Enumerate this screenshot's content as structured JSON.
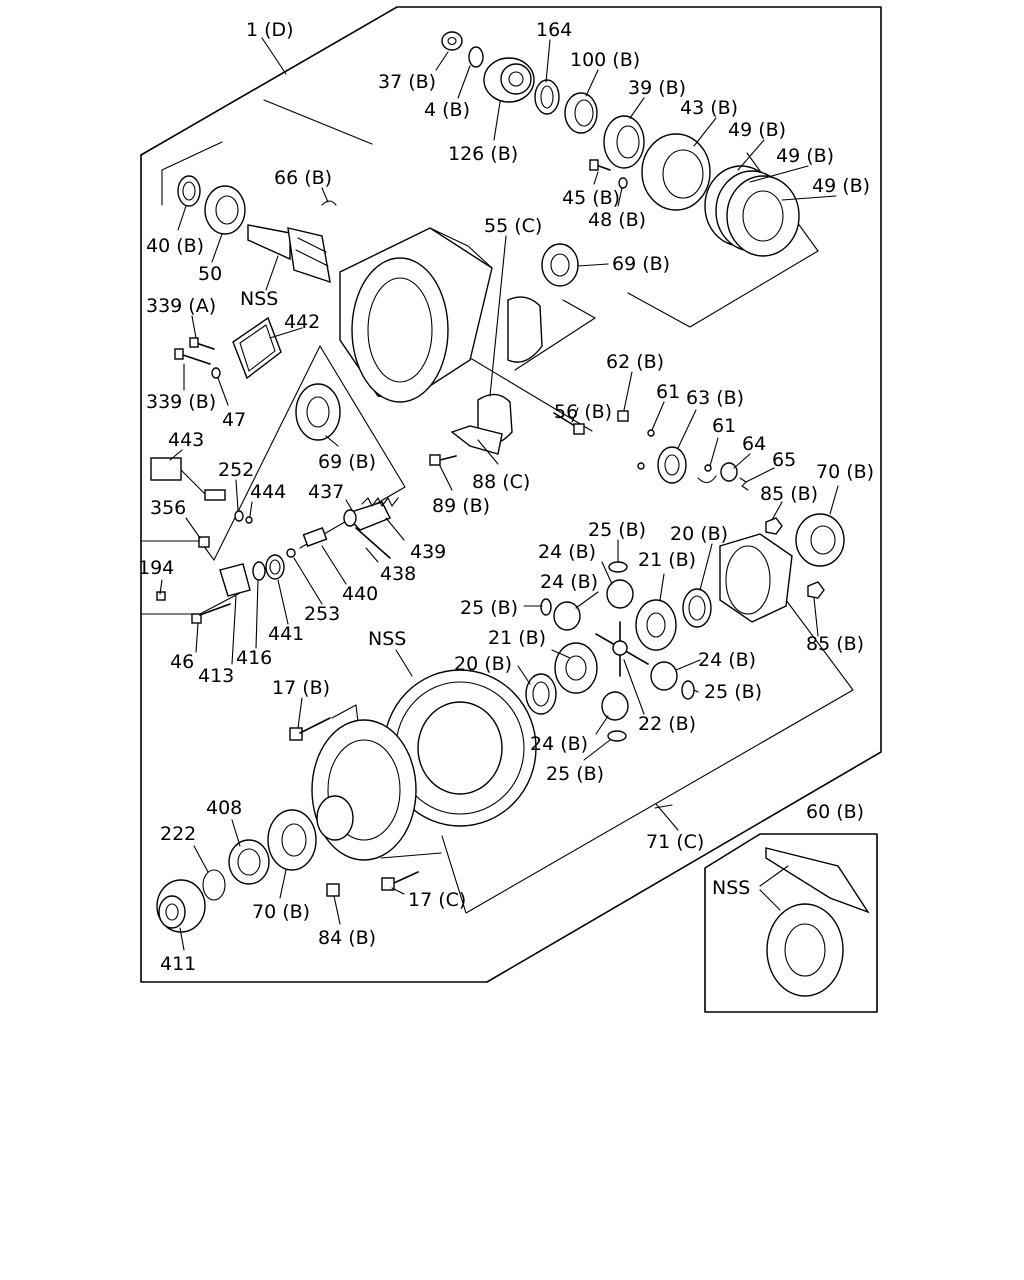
{
  "labels": {
    "l_1D": "1 (D)",
    "l_37B": "37 (B)",
    "l_4B": "4 (B)",
    "l_164": "164",
    "l_100B": "100 (B)",
    "l_39B": "39 (B)",
    "l_43B": "43 (B)",
    "l_49B_1": "49 (B)",
    "l_49B_2": "49 (B)",
    "l_49B_3": "49 (B)",
    "l_126B": "126 (B)",
    "l_45B": "45 (B)",
    "l_48B": "48 (B)",
    "l_66B": "66 (B)",
    "l_40B": "40 (B)",
    "l_50": "50",
    "l_NSS_pinion": "NSS",
    "l_55C": "55 (C)",
    "l_69B_top": "69 (B)",
    "l_339A": "339 (A)",
    "l_442": "442",
    "l_339B": "339 (B)",
    "l_47": "47",
    "l_62B": "62 (B)",
    "l_56B": "56 (B)",
    "l_61_1": "61",
    "l_63B": "63 (B)",
    "l_61_2": "61",
    "l_64": "64",
    "l_65": "65",
    "l_70B_right": "70 (B)",
    "l_85B_1": "85 (B)",
    "l_443": "443",
    "l_252": "252",
    "l_444": "444",
    "l_69B_mid": "69 (B)",
    "l_88C": "88 (C)",
    "l_89B": "89 (B)",
    "l_356": "356",
    "l_437": "437",
    "l_439": "439",
    "l_438": "438",
    "l_440": "440",
    "l_253": "253",
    "l_441": "441",
    "l_194": "194",
    "l_46": "46",
    "l_413": "413",
    "l_416": "416",
    "l_25B_1": "25 (B)",
    "l_20B_1": "20 (B)",
    "l_24B_1": "24 (B)",
    "l_21B_1": "21 (B)",
    "l_24B_2": "24 (B)",
    "l_25B_2": "25 (B)",
    "l_NSS_ring": "NSS",
    "l_21B_2": "21 (B)",
    "l_24B_3": "24 (B)",
    "l_20B_2": "20 (B)",
    "l_25B_3": "25 (B)",
    "l_85B_2": "85 (B)",
    "l_22B": "22 (B)",
    "l_24B_4": "24 (B)",
    "l_25B_4": "25 (B)",
    "l_17B": "17 (B)",
    "l_408": "408",
    "l_222": "222",
    "l_70B_bottom": "70 (B)",
    "l_84B": "84 (B)",
    "l_17C": "17 (C)",
    "l_411": "411",
    "l_71C": "71 (C)",
    "l_60B": "60 (B)",
    "l_NSS_inset": "NSS"
  }
}
